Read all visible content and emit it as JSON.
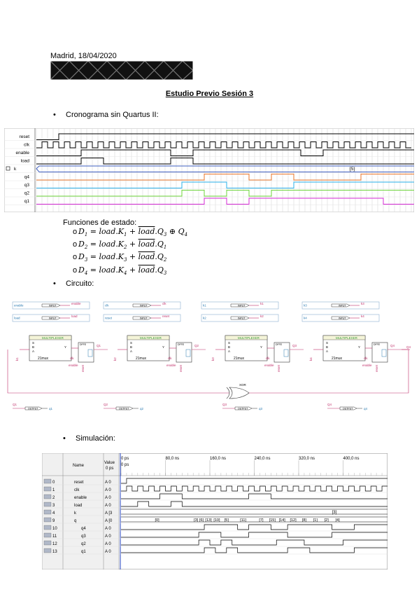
{
  "header": {
    "date": "Madrid, 18/04/2020"
  },
  "title": "Estudio Previo Sesión 3",
  "sections": {
    "cronograma": "Cronograma sin Quartus II:",
    "circuito": "Circuito:",
    "simulacion": "Simulación:"
  },
  "funciones": {
    "heading": "Funciones de estado:",
    "equations": [
      {
        "lhs": "D",
        "sub": "1",
        "a": "load.K",
        "asub": "1",
        "b": "load",
        "c": ".Q",
        "csub": "3",
        "extra": " ⊕ Q",
        "esub": "4"
      },
      {
        "lhs": "D",
        "sub": "2",
        "a": "load.K",
        "asub": "2",
        "b": "load",
        "c": ".Q",
        "csub": "1",
        "extra": "",
        "esub": ""
      },
      {
        "lhs": "D",
        "sub": "3",
        "a": "load.K",
        "asub": "3",
        "b": "load",
        "c": ".Q",
        "csub": "2",
        "extra": "",
        "esub": ""
      },
      {
        "lhs": "D",
        "sub": "4",
        "a": "load.K",
        "asub": "4",
        "b": "load",
        "c": ".Q",
        "csub": "3",
        "extra": "",
        "esub": ""
      }
    ]
  },
  "chrono": {
    "signals": [
      "reset",
      "clk",
      "enable",
      "load",
      "k",
      "q4",
      "q3",
      "q2",
      "q1"
    ],
    "k_value": "[5]",
    "colors": {
      "q4": "#e8742a",
      "q3": "#2ab0e8",
      "q2": "#6cd43a",
      "q1": "#d42ad4"
    }
  },
  "circuit": {
    "inputs": [
      "enable",
      "load",
      "clk",
      "reset",
      "k1",
      "k2",
      "k3",
      "k4"
    ],
    "outputs": [
      "q1",
      "q2",
      "q3",
      "q4"
    ],
    "mux_label": "MULTIPLEXER",
    "mux_name": "21mux",
    "xor_label": "XOR",
    "nodes": [
      "Q1",
      "Q2",
      "Q3",
      "Q4"
    ]
  },
  "sim": {
    "header": {
      "name": "Name",
      "value": "Value",
      "value_sub": "0 ps"
    },
    "time_labels": [
      "0 ps",
      "80,0 ns",
      "160,0 ns",
      "240,0 ns",
      "320,0 ns",
      "400,0 ns"
    ],
    "time_sub": "0 ps",
    "rows": [
      {
        "idx": "0",
        "name": "reset",
        "value": "A 0"
      },
      {
        "idx": "1",
        "name": "clk",
        "value": "A 0"
      },
      {
        "idx": "2",
        "name": "enable",
        "value": "A 0"
      },
      {
        "idx": "3",
        "name": "load",
        "value": "A 0"
      },
      {
        "idx": "4",
        "name": "k",
        "value": "A [3"
      },
      {
        "idx": "9",
        "name": "q",
        "value": "A [0"
      },
      {
        "idx": "10",
        "name": "q4",
        "value": "A 0"
      },
      {
        "idx": "11",
        "name": "q3",
        "value": "A 0"
      },
      {
        "idx": "12",
        "name": "q2",
        "value": "A 0"
      },
      {
        "idx": "13",
        "name": "q1",
        "value": "A 0"
      }
    ],
    "k_bus": "[3]",
    "q_bus": [
      "[0]",
      "[3]",
      "[6]",
      "[13]",
      "[10]",
      "[5]",
      "[11]",
      "[7]",
      "[15]",
      "[14]",
      "[12]",
      "[8]",
      "[1]",
      "[2]",
      "[4]"
    ]
  }
}
